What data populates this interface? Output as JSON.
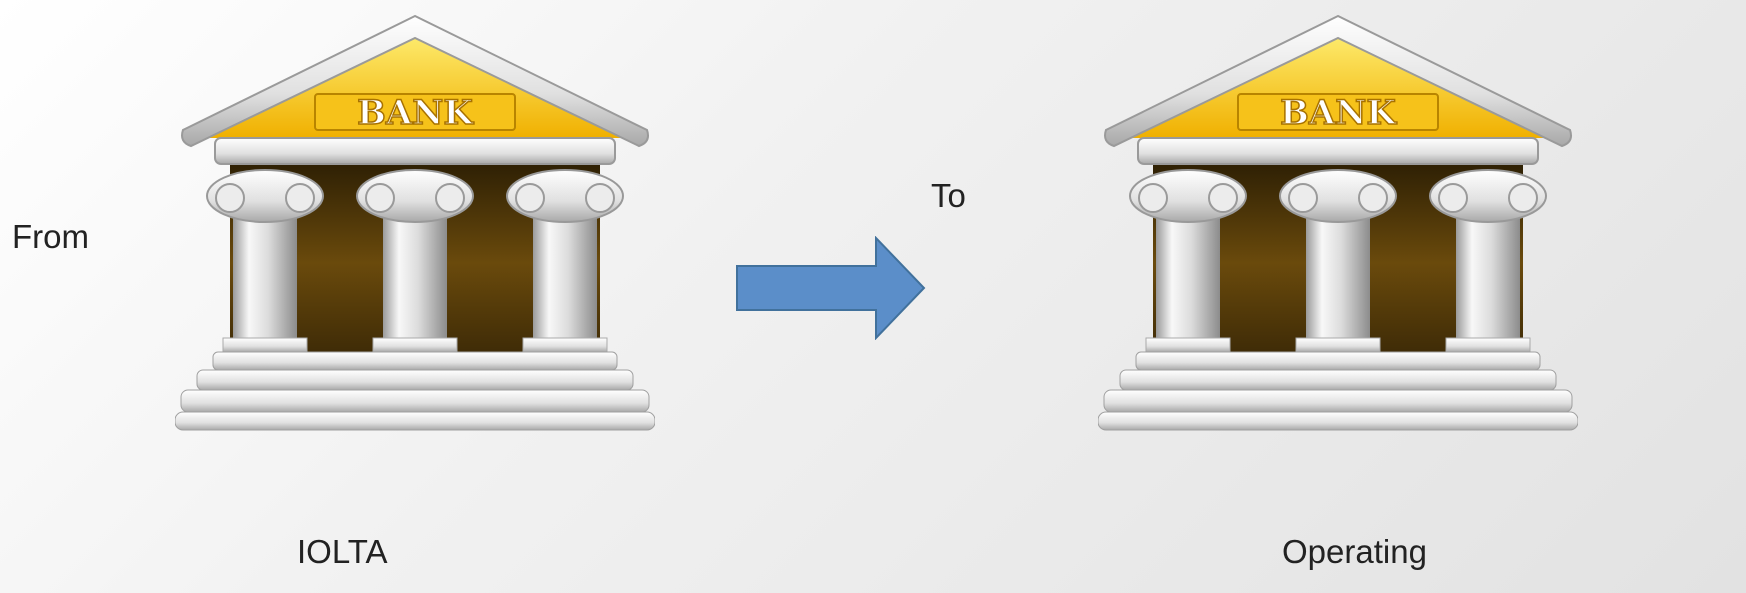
{
  "from_label": "From",
  "to_label": "To",
  "source_account": "IOLTA",
  "destination_account": "Operating",
  "bank_sign_text": "BANK",
  "arrow_direction": "right",
  "colors": {
    "arrow_fill": "#5b8ec9",
    "arrow_stroke": "#41719c",
    "pediment_gold": "#f3b800",
    "interior_brown": "#5a3d08"
  },
  "icons": [
    "bank-icon",
    "bank-icon",
    "right-arrow-icon"
  ]
}
